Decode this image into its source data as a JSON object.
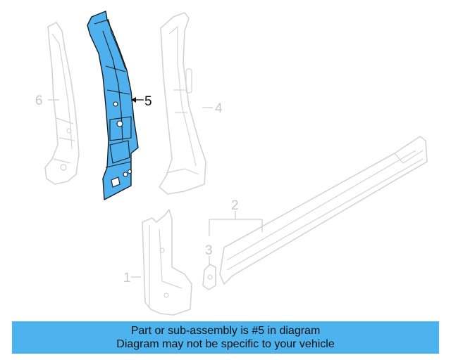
{
  "callouts": {
    "c1": "1",
    "c2": "2",
    "c3": "3",
    "c4": "4",
    "c5": "5",
    "c6": "6"
  },
  "highlight_part": "5",
  "colors": {
    "highlight_fill": "#4fb0ee",
    "banner_bg": "#4cb3ee",
    "ghost_stroke": "#d4d4d4"
  },
  "banner": {
    "line1": "Part or sub-assembly is #5 in diagram",
    "line2": "Diagram may not be specific to your vehicle"
  }
}
